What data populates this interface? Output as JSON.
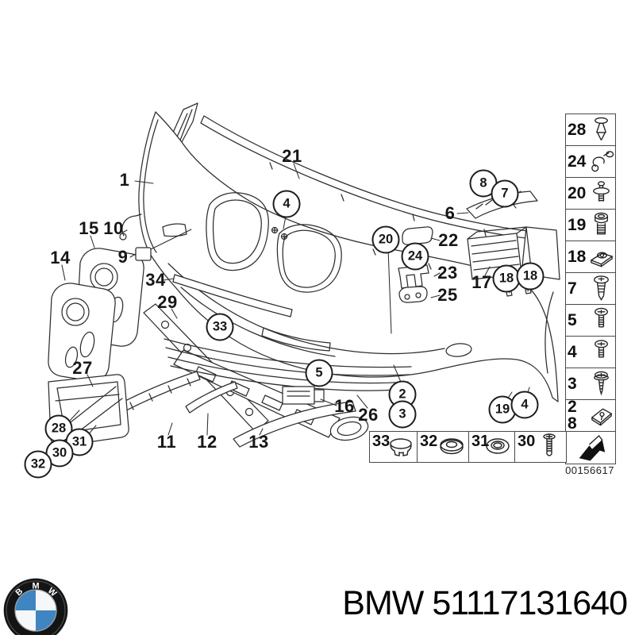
{
  "diagram": {
    "id_label": "00156617",
    "callouts": [
      {
        "label": "1",
        "type": "plain"
      },
      {
        "label": "21",
        "type": "plain"
      },
      {
        "label": "15",
        "type": "plain"
      },
      {
        "label": "10",
        "type": "plain"
      },
      {
        "label": "14",
        "type": "plain"
      },
      {
        "label": "9",
        "type": "plain"
      },
      {
        "label": "34",
        "type": "plain"
      },
      {
        "label": "29",
        "type": "plain"
      },
      {
        "label": "27",
        "type": "plain"
      },
      {
        "label": "11",
        "type": "plain"
      },
      {
        "label": "12",
        "type": "plain"
      },
      {
        "label": "13",
        "type": "plain"
      },
      {
        "label": "16",
        "type": "plain"
      },
      {
        "label": "26",
        "type": "plain"
      },
      {
        "label": "6",
        "type": "plain"
      },
      {
        "label": "22",
        "type": "plain"
      },
      {
        "label": "23",
        "type": "plain"
      },
      {
        "label": "25",
        "type": "plain"
      },
      {
        "label": "17",
        "type": "plain"
      },
      {
        "label": "4",
        "type": "circled"
      },
      {
        "label": "8",
        "type": "circled"
      },
      {
        "label": "7",
        "type": "circled"
      },
      {
        "label": "20",
        "type": "circled"
      },
      {
        "label": "24",
        "type": "circled"
      },
      {
        "label": "33",
        "type": "circled"
      },
      {
        "label": "5",
        "type": "circled"
      },
      {
        "label": "2",
        "type": "circled"
      },
      {
        "label": "3",
        "type": "circled"
      },
      {
        "label": "18",
        "type": "circled"
      },
      {
        "label": "18",
        "type": "circled"
      },
      {
        "label": "19",
        "type": "circled"
      },
      {
        "label": "4",
        "type": "circled"
      },
      {
        "label": "28",
        "type": "circled"
      },
      {
        "label": "31",
        "type": "circled"
      },
      {
        "label": "30",
        "type": "circled"
      },
      {
        "label": "32",
        "type": "circled"
      }
    ]
  },
  "parts_column": {
    "cells": [
      {
        "num": "28",
        "icon": "expansion-rivet-icon"
      },
      {
        "num": "24",
        "icon": "wire-clip-icon"
      },
      {
        "num": "20",
        "icon": "push-rivet-icon"
      },
      {
        "num": "19",
        "icon": "socket-head-bolt-icon"
      },
      {
        "num": "18",
        "icon": "clip-nut-icon"
      },
      {
        "num": "7",
        "icon": "self-tapping-screw-icon"
      },
      {
        "num": "5",
        "icon": "pan-head-screw-icon"
      },
      {
        "num": "4",
        "icon": "pan-head-screw-icon"
      },
      {
        "num": "3",
        "icon": "flange-screw-icon"
      },
      {
        "num": "2",
        "num2": "8",
        "icon": "adhesive-plate-icon"
      },
      {
        "num": "",
        "icon": "direction-arrow-icon"
      }
    ]
  },
  "bottom_row": {
    "cells": [
      {
        "num": "33",
        "icon": "cover-cap-icon"
      },
      {
        "num": "32",
        "icon": "blind-plug-icon"
      },
      {
        "num": "31",
        "icon": "grommet-icon"
      },
      {
        "num": "30",
        "icon": "countersunk-screw-icon"
      }
    ]
  },
  "footer": {
    "logo_letters": [
      "B",
      "M",
      "W"
    ],
    "part_text": "BMW 51117131640"
  },
  "colors": {
    "line": "#2b2b2b",
    "logo_blue": "#3f85c2"
  }
}
